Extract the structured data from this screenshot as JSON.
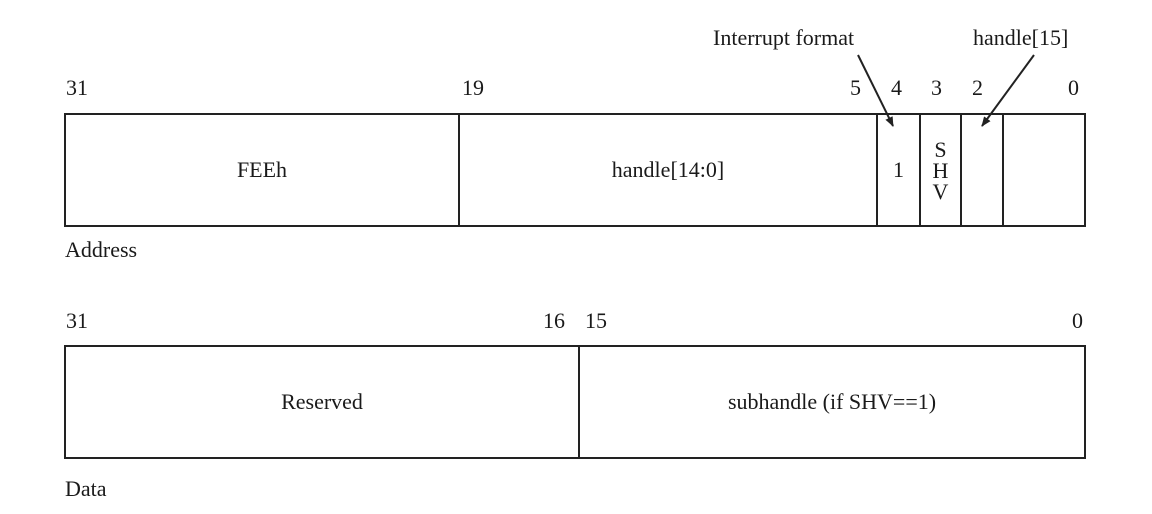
{
  "address": {
    "caption": "Address",
    "bit_numbers": [
      "31",
      "19",
      "5",
      "4",
      "3",
      "2",
      "0"
    ],
    "fields": {
      "upper": "FEEh",
      "handle": "handle[14:0]",
      "format_bit": "1",
      "shv": [
        "S",
        "H",
        "V"
      ],
      "bit2": "",
      "low": ""
    },
    "annotations": {
      "interrupt_format": "Interrupt format",
      "handle15": "handle[15]"
    }
  },
  "data": {
    "caption": "Data",
    "bit_numbers": [
      "31",
      "16",
      "15",
      "0"
    ],
    "fields": {
      "reserved": "Reserved",
      "subhandle": "subhandle (if SHV==1)"
    }
  }
}
